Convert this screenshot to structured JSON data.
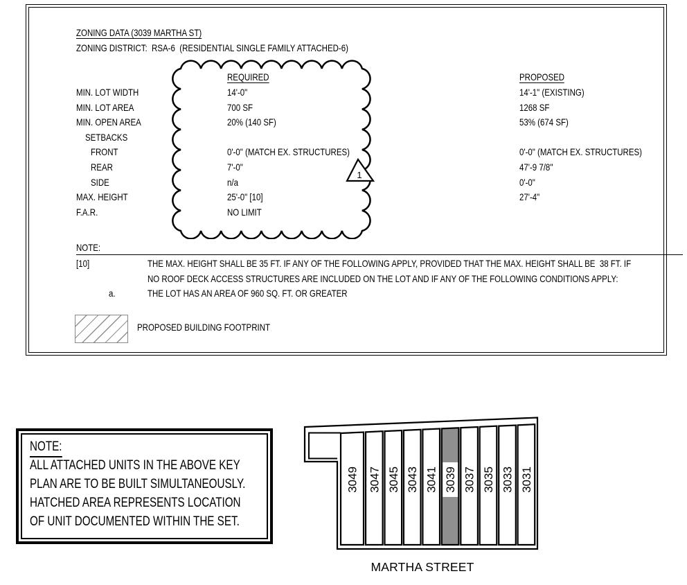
{
  "document": {
    "title": "ZONING DATA (3039 MARTHA ST)",
    "subtitle": "ZONING DISTRICT:  RSA-6  (RESIDENTIAL SINGLE FAMILY ATTACHED-6)"
  },
  "table": {
    "required_header": "REQUIRED",
    "proposed_header": "PROPOSED",
    "rows": [
      {
        "label": "MIN. LOT WIDTH",
        "required": "14'-0\"",
        "proposed": "14'-1\" (EXISTING)"
      },
      {
        "label": "MIN. LOT AREA",
        "required": "700 SF",
        "proposed": "1268 SF"
      },
      {
        "label": "MIN. OPEN AREA",
        "required": "20% (140 SF)",
        "proposed": "53% (674 SF)"
      },
      {
        "label": "SETBACKS",
        "required": "",
        "proposed": ""
      },
      {
        "label": "FRONT",
        "required": "0'-0\" (MATCH EX. STRUCTURES)",
        "proposed": "0'-0\" (MATCH EX. STRUCTURES)"
      },
      {
        "label": "REAR",
        "required": "7'-0\"",
        "proposed": "47'-9 7/8\""
      },
      {
        "label": "SIDE",
        "required": "n/a",
        "proposed": "0'-0\""
      },
      {
        "label": "MAX. HEIGHT",
        "required": "25'-0\" [10]",
        "proposed": "27'-4\""
      },
      {
        "label": "F.A.R.",
        "required": "NO LIMIT",
        "proposed": ""
      }
    ]
  },
  "revision": {
    "number": "1"
  },
  "note_section": {
    "heading": "NOTE:",
    "ref": "[10]",
    "line1": "THE MAX. HEIGHT SHALL BE 35 FT. IF ANY OF THE FOLLOWING APPLY, PROVIDED THAT THE MAX. HEIGHT SHALL BE  38 FT. IF",
    "line2": "NO ROOF DECK ACCESS STRUCTURES ARE INCLUDED ON THE LOT AND IF ANY OF THE FOLLOWING CONDITIONS APPLY:",
    "item_a_label": "a.",
    "item_a_text": "THE LOT HAS AN AREA OF 960 SQ. FT. OR GREATER"
  },
  "legend": {
    "label": "PROPOSED BUILDING FOOTPRINT"
  },
  "key_plan_note": {
    "heading": "NOTE:",
    "lines": [
      "ALL ATTACHED UNITS IN THE ABOVE KEY",
      "PLAN ARE TO BE BUILT SIMULTANEOUSLY.",
      "HATCHED AREA REPRESENTS LOCATION",
      "OF UNIT DOCUMENTED WITHIN THE SET."
    ]
  },
  "key_plan": {
    "street_label": "MARTHA STREET",
    "highlighted_lot": "3039",
    "lots": [
      {
        "number": "3049"
      },
      {
        "number": "3047"
      },
      {
        "number": "3045"
      },
      {
        "number": "3043"
      },
      {
        "number": "3041"
      },
      {
        "number": "3039"
      },
      {
        "number": "3037"
      },
      {
        "number": "3035"
      },
      {
        "number": "3033"
      },
      {
        "number": "3031"
      }
    ]
  },
  "colors": {
    "ink": "#000000",
    "highlight_gray": "#8f8f8f",
    "hatch_gray": "#909090"
  }
}
